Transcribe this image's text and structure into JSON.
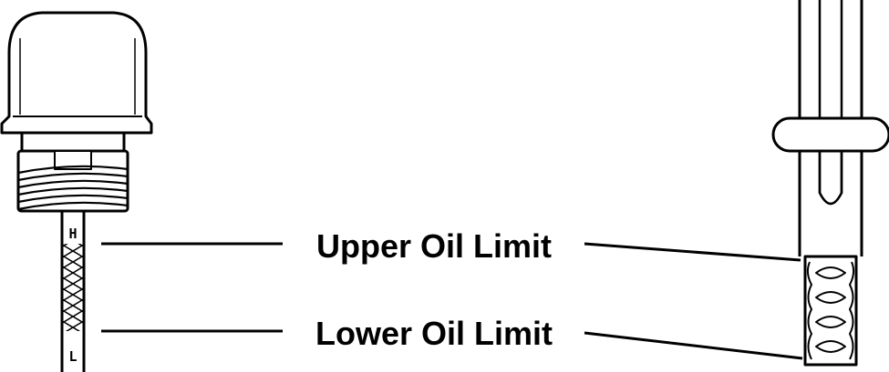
{
  "diagram": {
    "upper_label": "Upper Oil Limit",
    "lower_label": "Lower Oil Limit",
    "dipstick_marks": {
      "high": "H",
      "low": "L"
    },
    "line_color": "#000000",
    "background": "#ffffff"
  }
}
